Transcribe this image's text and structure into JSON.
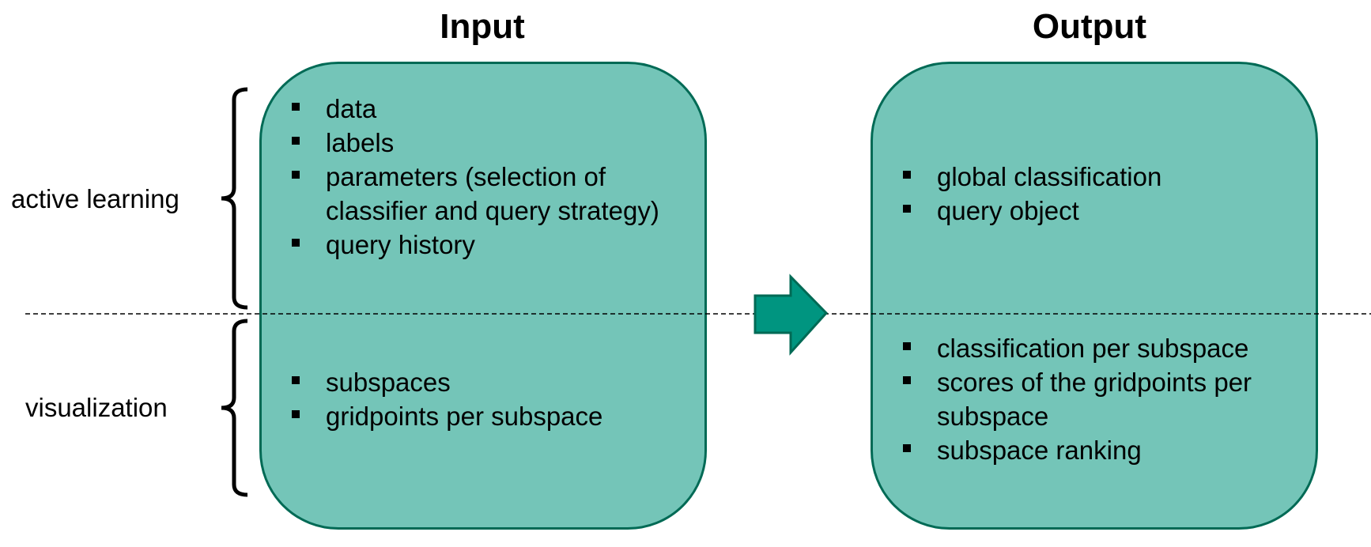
{
  "titles": {
    "input": "Input",
    "output": "Output"
  },
  "side_labels": {
    "active_learning": "active learning",
    "visualization": "visualization"
  },
  "input": {
    "active_learning": [
      "data",
      "labels",
      "parameters (selection of classifier and query strategy)",
      "query history"
    ],
    "visualization": [
      "subspaces",
      "gridpoints per subspace"
    ]
  },
  "output": {
    "active_learning": [
      "global classification",
      "query object"
    ],
    "visualization": [
      "classification per subspace",
      "scores of the gridpoints per subspace",
      "subspace ranking"
    ]
  },
  "colors": {
    "box_fill": "#74c5b8",
    "box_border": "#006a55",
    "arrow_fill": "#009580",
    "arrow_border": "#006a55"
  },
  "icons": {
    "arrow": "right-arrow-icon",
    "brace": "left-brace-icon",
    "bullet": "square-bullet-icon"
  }
}
